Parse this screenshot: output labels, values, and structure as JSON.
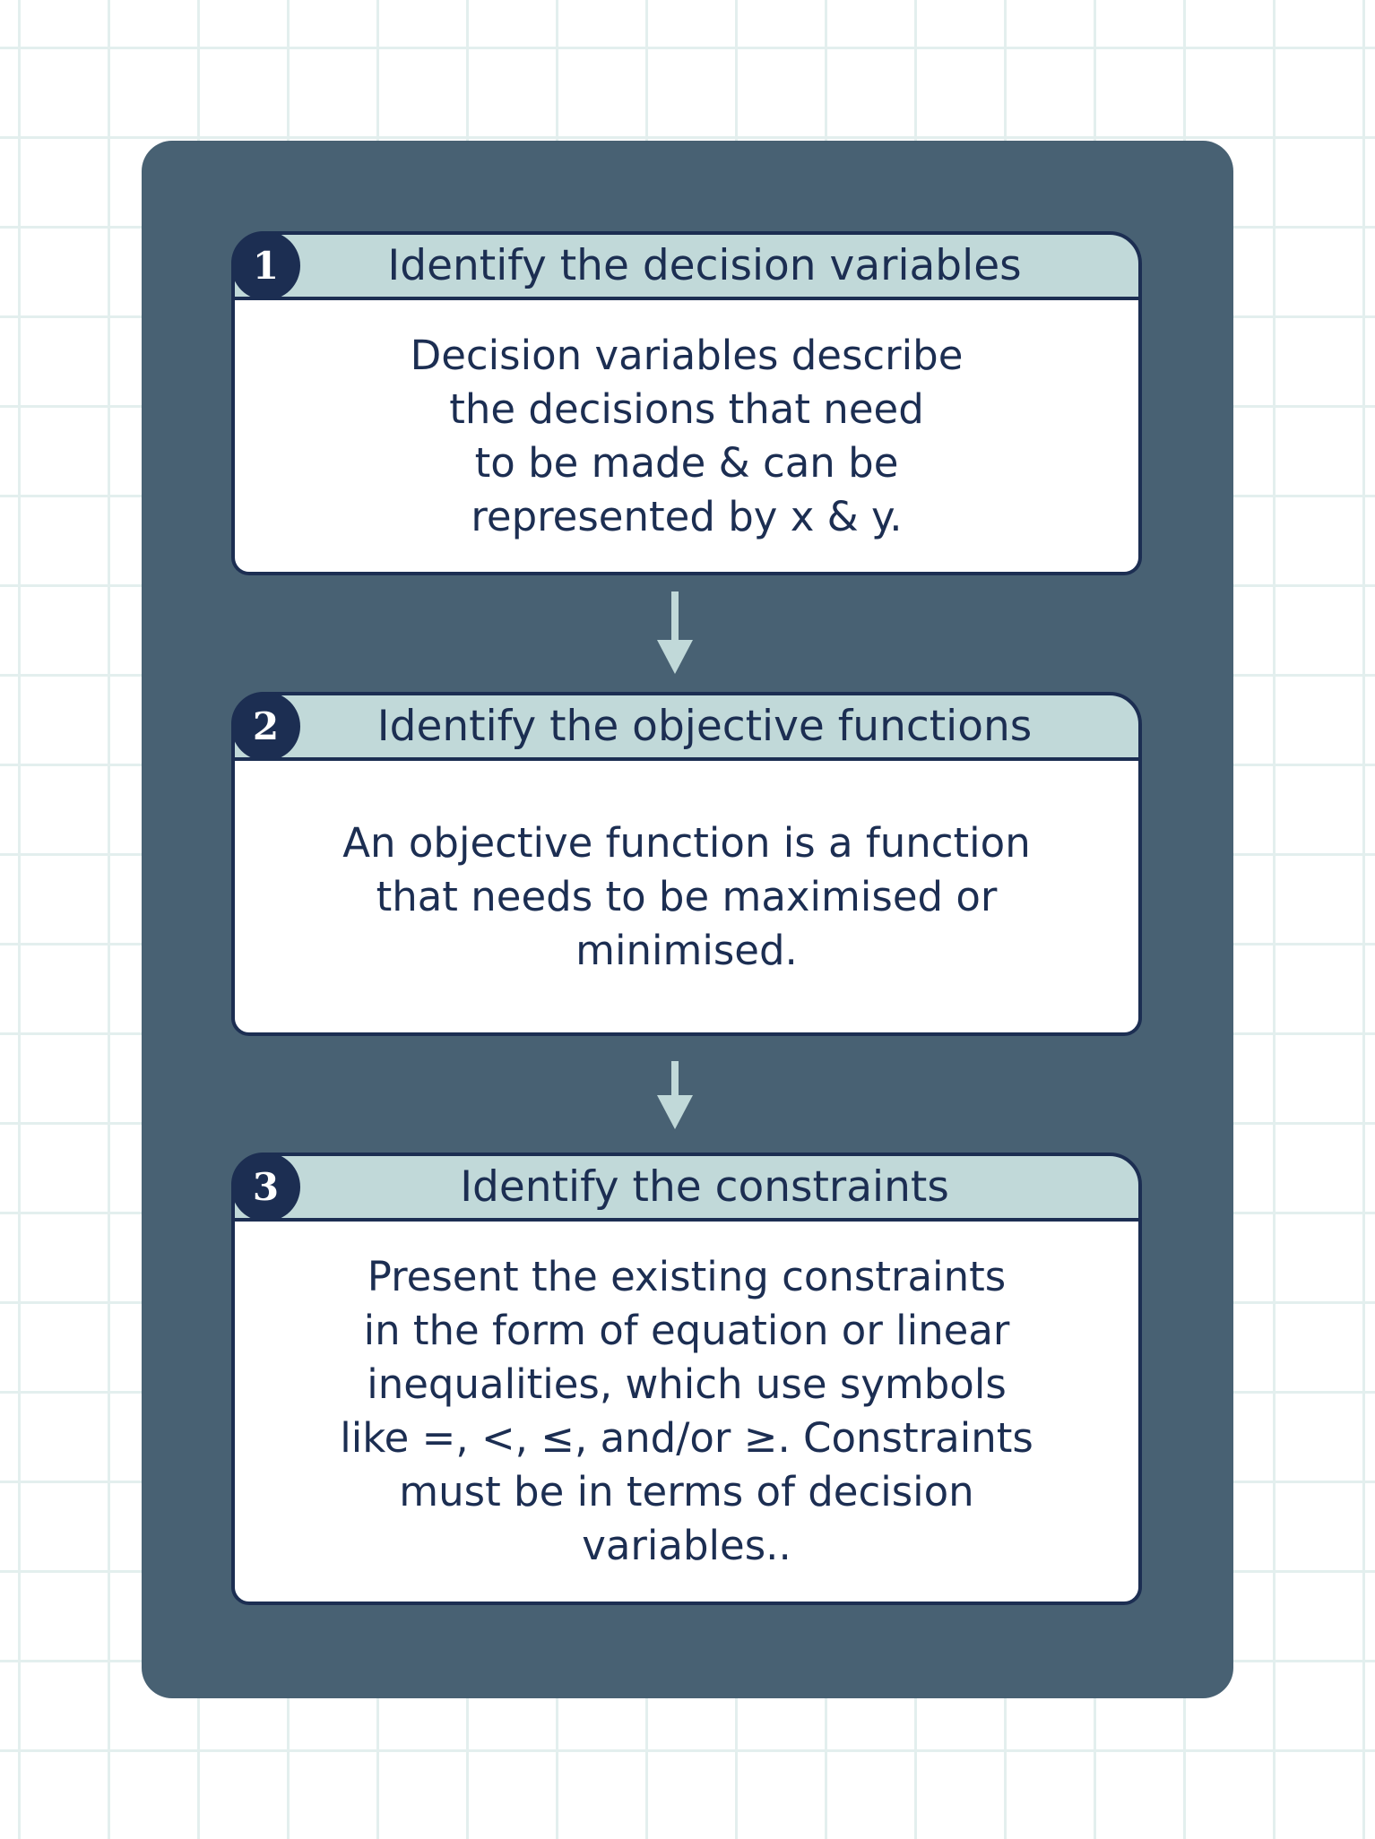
{
  "steps": [
    {
      "number": "1",
      "title": "Identify the decision variables",
      "description": "Decision variables describe\nthe decisions that need\nto be made & can be\nrepresented by x & y."
    },
    {
      "number": "2",
      "title": "Identify the objective functions",
      "description": "An objective function is a function\nthat needs to be maximised or\nminimised."
    },
    {
      "number": "3",
      "title": "Identify the constraints",
      "description": "Present the existing constraints\nin the form of equation or linear\ninequalities, which use symbols\nlike =, <, ≤, and/or ≥. Constraints\nmust be in terms of decision\nvariables.."
    }
  ],
  "colors": {
    "panel": "#486173",
    "navy": "#1c2e52",
    "header": "#c1d9d9",
    "arrow": "#c1d9d9",
    "grid": "#e3efee"
  },
  "icons": [
    "down-arrow-icon",
    "down-arrow-icon"
  ]
}
